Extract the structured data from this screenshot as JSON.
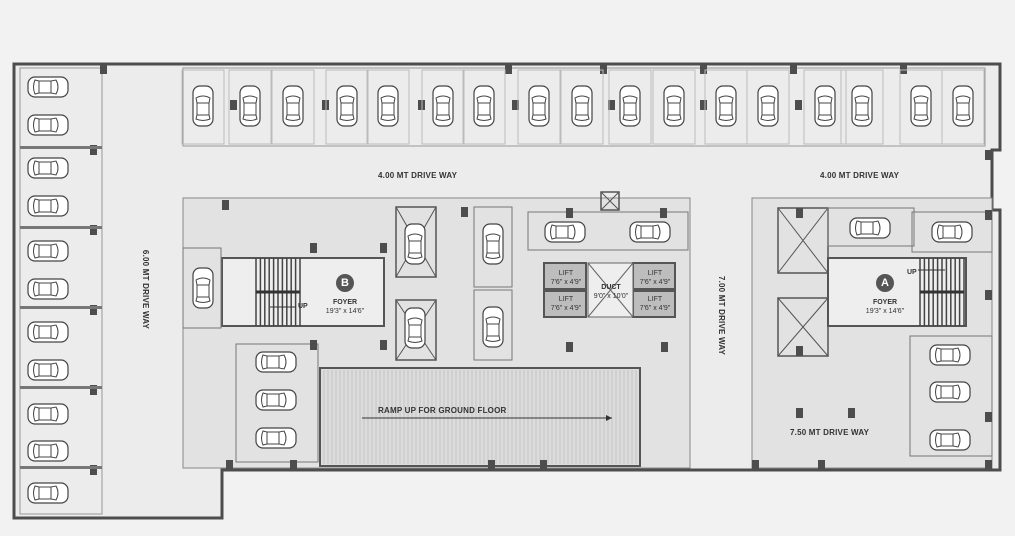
{
  "labels": {
    "driveway_top_left": "4.00 MT DRIVE WAY",
    "driveway_top_right": "4.00 MT DRIVE WAY",
    "driveway_left": "6.00 MT DRIVE WAY",
    "driveway_middle": "7.00 MT DRIVE WAY",
    "driveway_bottom_right": "7.50 MT DRIVE WAY",
    "ramp": "RAMP UP FOR GROUND FLOOR"
  },
  "foyer_b": {
    "badge": "B",
    "name": "FOYER",
    "size": "19'3\" x 14'6\"",
    "stair": "UP"
  },
  "foyer_a": {
    "badge": "A",
    "name": "FOYER",
    "size": "19'3\" x 14'6\"",
    "stair": "UP"
  },
  "lifts": [
    {
      "name": "LIFT",
      "size": "7'6\" x 4'9\""
    },
    {
      "name": "LIFT",
      "size": "7'6\" x 4'9\""
    },
    {
      "name": "LIFT",
      "size": "7'6\" x 4'9\""
    },
    {
      "name": "LIFT",
      "size": "7'6\" x 4'9\""
    }
  ],
  "duct": {
    "name": "DUCT",
    "size": "9'0\" x 10'0\""
  },
  "colors": {
    "wall": "#4d4d4d",
    "floor": "#ececec",
    "core": "#e2e2e2",
    "lift": "#8c8c8c"
  }
}
